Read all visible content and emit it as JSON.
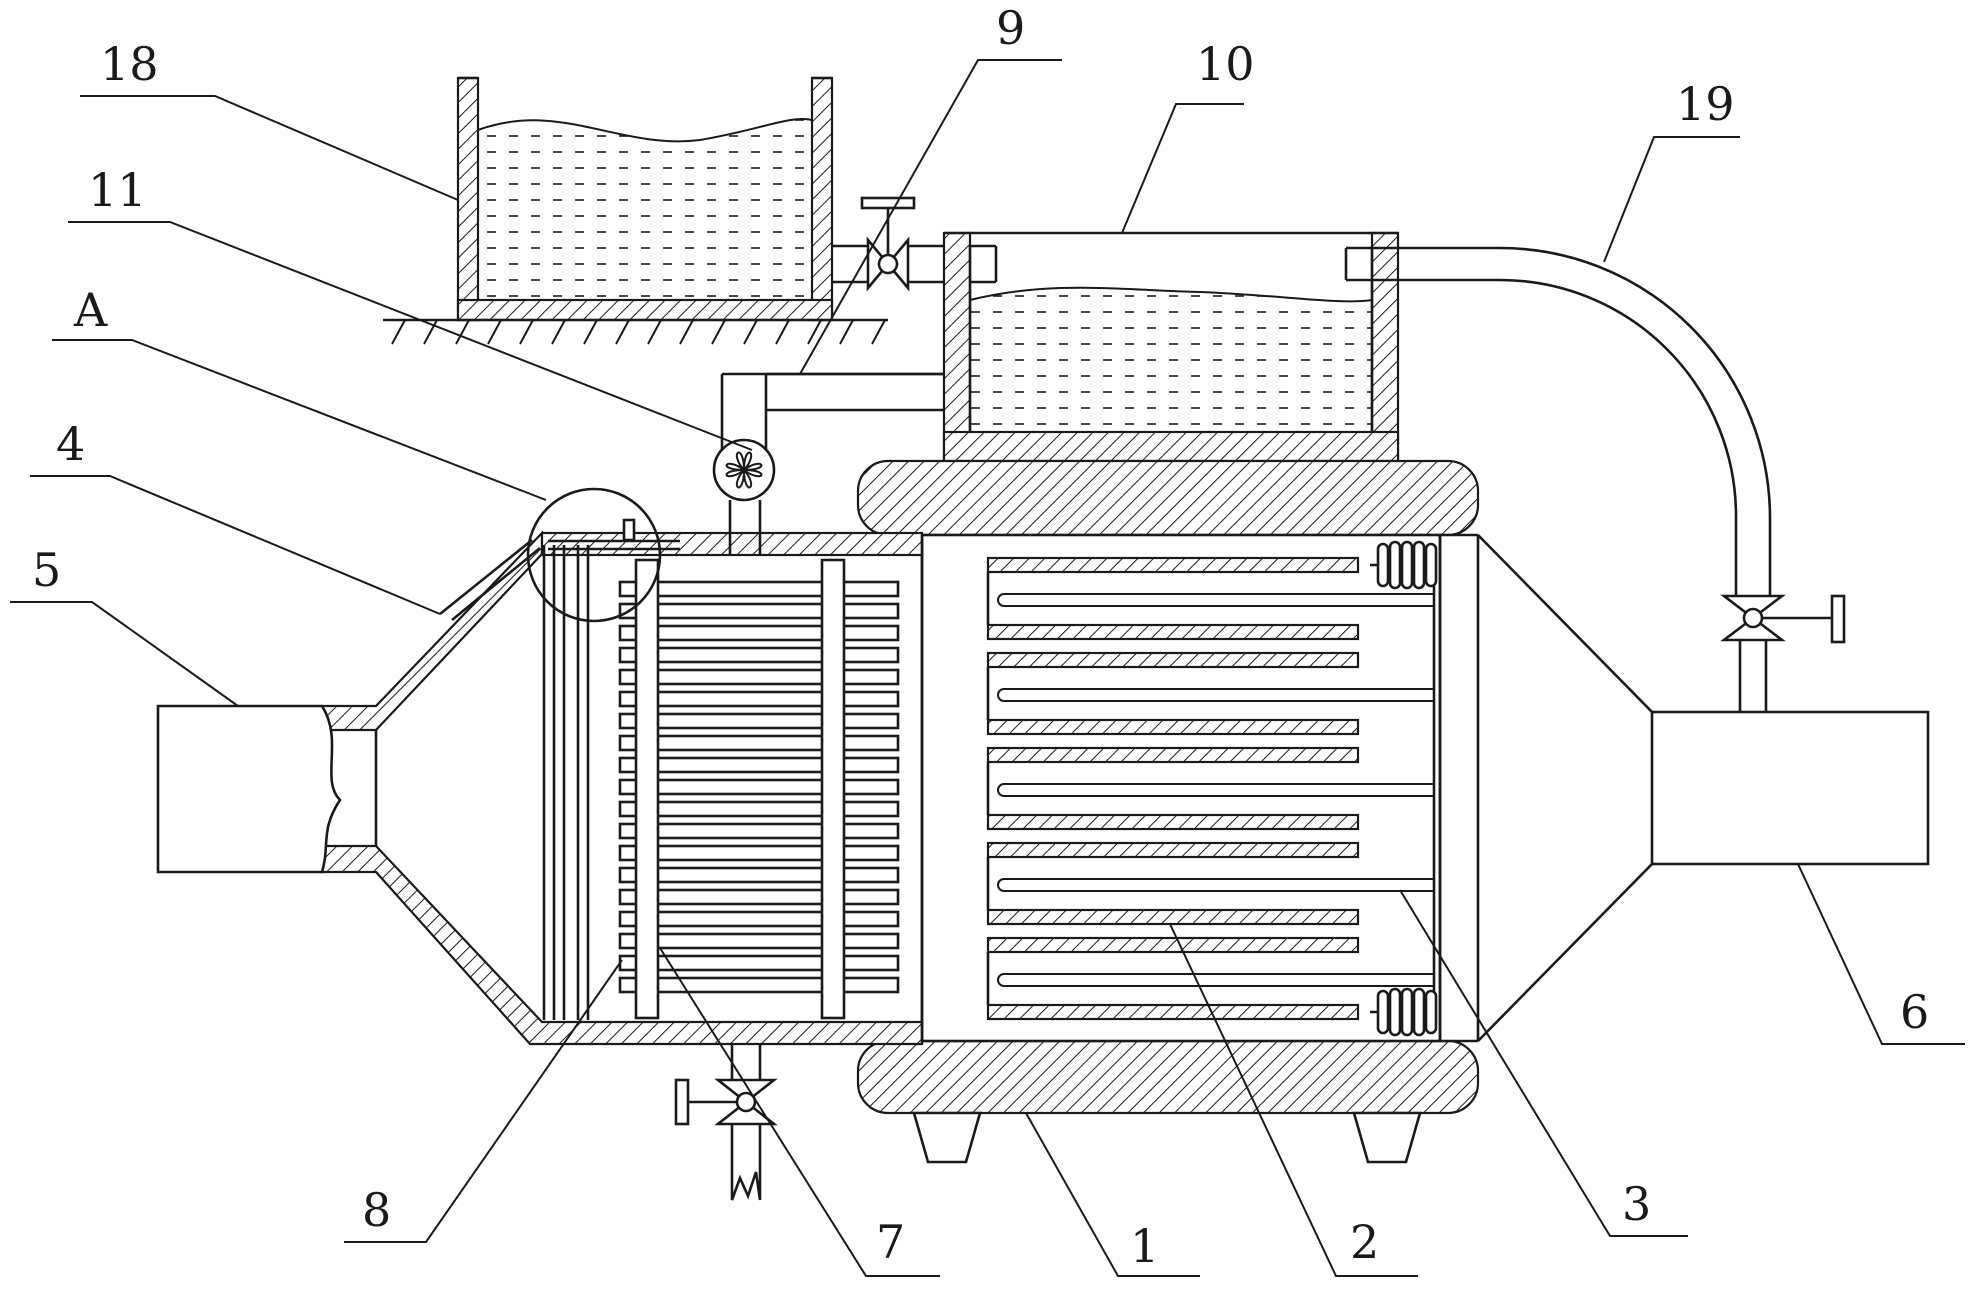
{
  "callouts": {
    "c1": "1",
    "c2": "2",
    "c3": "3",
    "c4": "4",
    "c5": "5",
    "c6": "6",
    "c7": "7",
    "c8": "8",
    "c9": "9",
    "c10": "10",
    "c11": "11",
    "c18": "18",
    "c19": "19",
    "cA": "A"
  },
  "colors": {
    "line": "#1a1a1a",
    "background": "#ffffff"
  }
}
